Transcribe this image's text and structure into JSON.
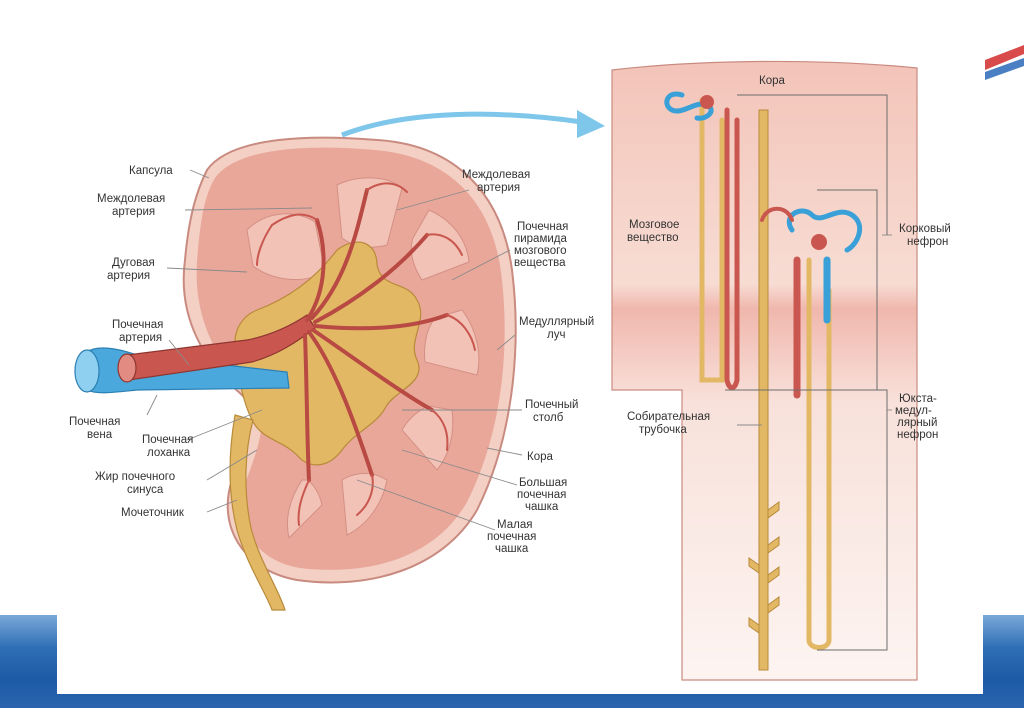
{
  "colors": {
    "cortex": "#e9a79a",
    "cortex_light": "#f5d3c9",
    "artery": "#c9574f",
    "vein": "#4aa8dc",
    "pelvis": "#e2b865",
    "tubule_blue": "#3aa0d8",
    "band": "#1d5aa6"
  },
  "kidney": {
    "labels": {
      "capsule": "Капсула",
      "interlobar_artery_left": [
        "Междолевая",
        "артерия"
      ],
      "arcuate_artery": [
        "Дуговая",
        "артерия"
      ],
      "renal_artery": [
        "Почечная",
        "артерия"
      ],
      "renal_vein": [
        "Почечная",
        "вена"
      ],
      "renal_pelvis": [
        "Почечная",
        "лоханка"
      ],
      "sinus_fat": [
        "Жир почечного",
        "синуса"
      ],
      "ureter": "Мочеточник",
      "interlobar_artery_right": [
        "Междолевая",
        "артерия"
      ],
      "medulla_pyramid": [
        "Почечная",
        "пирамида",
        "мозгового",
        "вещества"
      ],
      "medullary_ray": [
        "Медуллярный",
        "луч"
      ],
      "renal_column": [
        "Почечный",
        "столб"
      ],
      "cortex": "Кора",
      "major_calyx": [
        "Большая",
        "почечная",
        "чашка"
      ],
      "minor_calyx": [
        "Малая",
        "почечная",
        "чашка"
      ]
    }
  },
  "nephron": {
    "labels": {
      "cortex": "Кора",
      "medulla": [
        "Мозговое",
        "вещество"
      ],
      "cortical_nephron": [
        "Корковый",
        "нефрон"
      ],
      "collecting_duct": [
        "Собирательная",
        "трубочка"
      ],
      "juxtamedullary_nephron": [
        "Юкста-",
        "медул-",
        "лярный",
        "нефрон"
      ]
    }
  }
}
